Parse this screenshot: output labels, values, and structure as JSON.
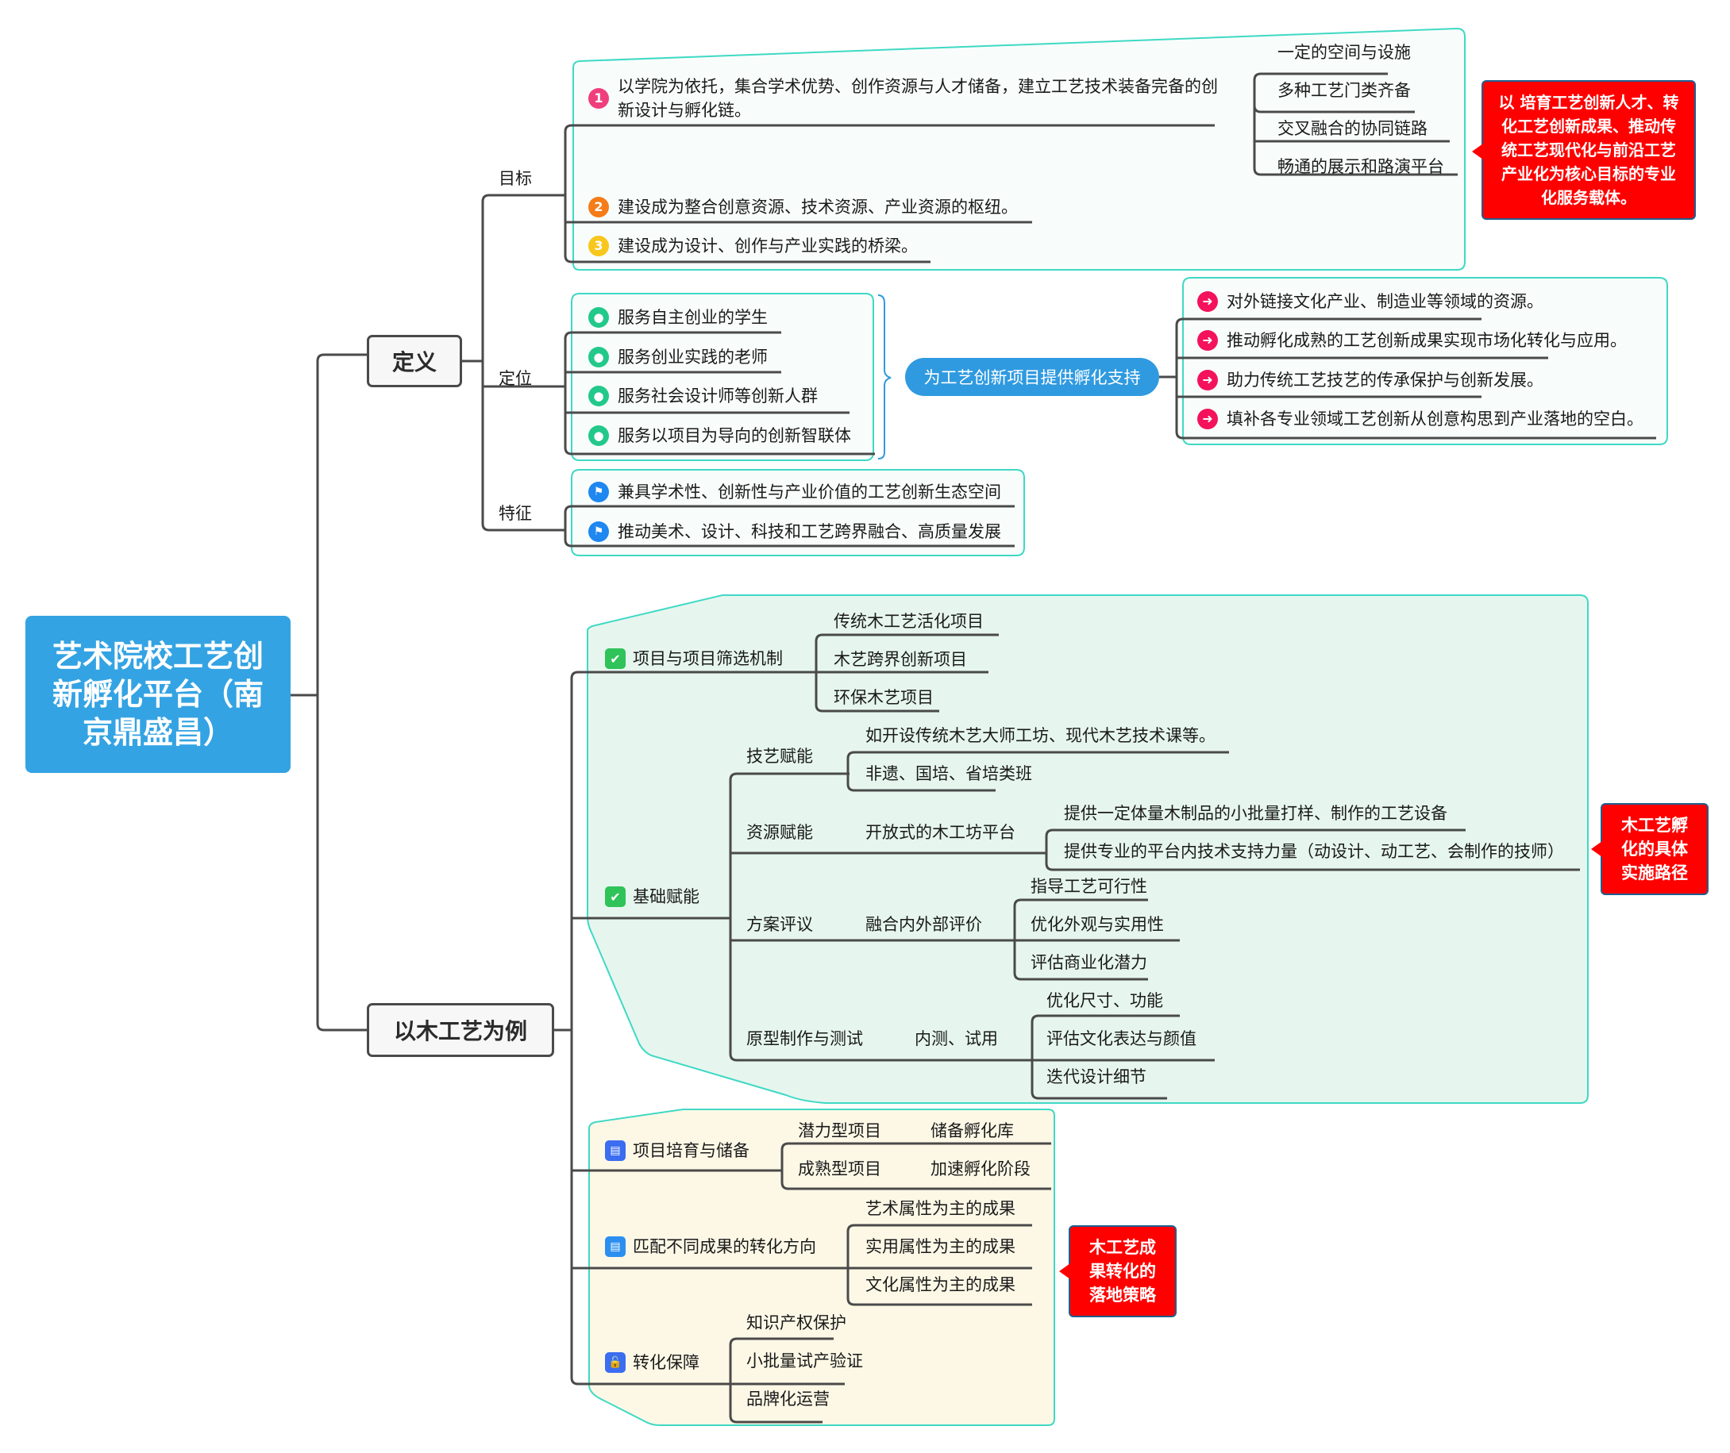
{
  "root": {
    "title": "艺术院校工艺创新孵化平台（南京鼎盛昌）"
  },
  "definition": {
    "label": "定义",
    "goal": {
      "label": "目标",
      "items": [
        {
          "badge": "1",
          "text_line1": "以学院为依托，集合学术优势、创作资源与人才储备，建立工艺技术装备完备的创",
          "text_line2": "新设计与孵化链。",
          "children": [
            "一定的空间与设施",
            "多种工艺门类齐备",
            "交叉融合的协同链路",
            "畅通的展示和路演平台"
          ]
        },
        {
          "badge": "2",
          "text": "建设成为整合创意资源、技术资源、产业资源的枢纽。"
        },
        {
          "badge": "3",
          "text": "建设成为设计、创作与产业实践的桥梁。"
        }
      ],
      "callout": "以 培育工艺创新人才、转化工艺创新成果、推动传统工艺现代化与前沿工艺产业化为核心目标的专业化服务载体。"
    },
    "positioning": {
      "label": "定位",
      "items": [
        "服务自主创业的学生",
        "服务创业实践的老师",
        "服务社会设计师等创新人群",
        "服务以项目为导向的创新智联体"
      ],
      "summary": "为工艺创新项目提供孵化支持",
      "outcomes": [
        "对外链接文化产业、制造业等领域的资源。",
        "推动孵化成熟的工艺创新成果实现市场化转化与应用。",
        "助力传统工艺技艺的传承保护与创新发展。",
        "填补各专业领域工艺创新从创意构思到产业落地的空白。"
      ]
    },
    "features": {
      "label": "特征",
      "items": [
        "兼具学术性、创新性与产业价值的工艺创新生态空间",
        "推动美术、设计、科技和工艺跨界融合、高质量发展"
      ]
    }
  },
  "woodcraft": {
    "label": "以木工艺为例",
    "path_group": {
      "callout": "木工艺孵化的具体实施路径",
      "screening": {
        "label": "项目与项目筛选机制",
        "children": [
          "传统木工艺活化项目",
          "木艺跨界创新项目",
          "环保木艺项目"
        ]
      },
      "basic": {
        "label": "基础赋能",
        "skill": {
          "label": "技艺赋能",
          "children": [
            "如开设传统木艺大师工坊、现代木艺技术课等。",
            "非遗、国培、省培类班"
          ]
        },
        "resource": {
          "label": "资源赋能",
          "mid": "开放式的木工坊平台",
          "children": [
            "提供一定体量木制品的小批量打样、制作的工艺设备",
            "提供专业的平台内技术支持力量（动设计、动工艺、会制作的技师）"
          ]
        },
        "review": {
          "label": "方案评议",
          "mid": "融合内外部评价",
          "children": [
            "指导工艺可行性",
            "优化外观与实用性",
            "评估商业化潜力"
          ]
        },
        "prototype": {
          "label": "原型制作与测试",
          "mid": "内测、试用",
          "children": [
            "优化尺寸、功能",
            "评估文化表达与颜值",
            "迭代设计细节"
          ]
        }
      }
    },
    "strategy_group": {
      "callout": "木工艺成果转化的落地策略",
      "incubation": {
        "label": "项目培育与储备",
        "rows": [
          {
            "type": "潜力型项目",
            "stage": "储备孵化库"
          },
          {
            "type": "成熟型项目",
            "stage": "加速孵化阶段"
          }
        ]
      },
      "matching": {
        "label": "匹配不同成果的转化方向",
        "children": [
          "艺术属性为主的成果",
          "实用属性为主的成果",
          "文化属性为主的成果"
        ]
      },
      "guarantee": {
        "label": "转化保障",
        "children": [
          "知识产权保护",
          "小批量试产验证",
          "品牌化运营"
        ]
      }
    }
  },
  "colors": {
    "root": "#34a3e3",
    "callout": "#ff0000",
    "line": "#4a4a4a",
    "group_border": "#3fd9c4",
    "green_group_fill": "#e6f6ee",
    "yellow_group_fill": "#fdf8e6",
    "top_group_fill": "#f8fdfc",
    "badge1": "#ee3f7c",
    "badge2": "#f57c18",
    "badge3": "#f8c61c",
    "person_icon": "#22c98a",
    "flag_icon": "#1f87f0",
    "arrow_icon": "#f4125c",
    "check_icon": "#2fc35a"
  }
}
